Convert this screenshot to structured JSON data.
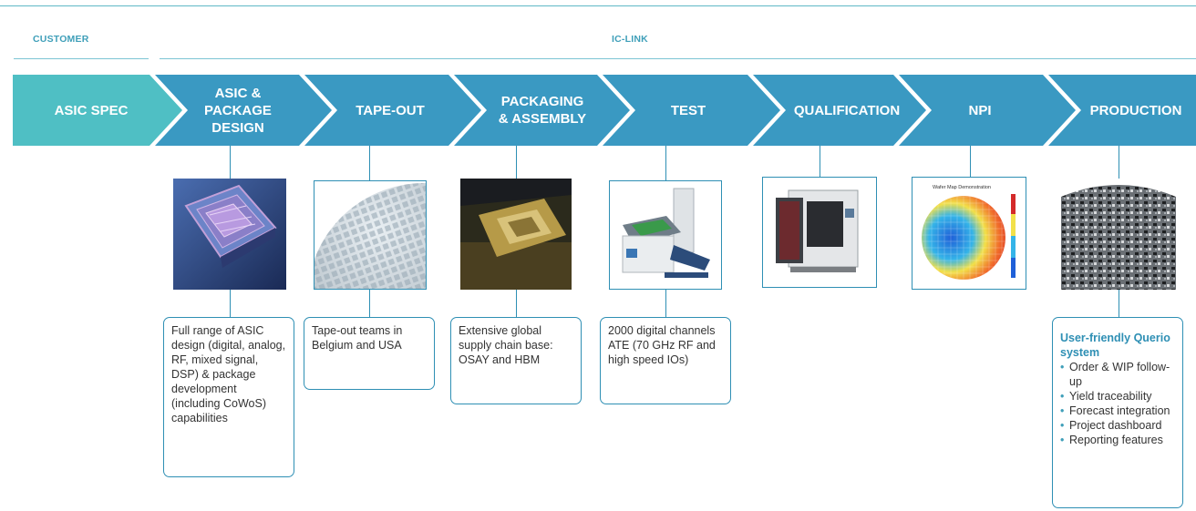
{
  "headers": {
    "customer": "CUSTOMER",
    "ic_link": "IC-LINK"
  },
  "colors": {
    "customer_step": "#4fbfc4",
    "ic_step": "#3a99c2",
    "line": "#2e8fb4",
    "accent_text": "#3f9fb9"
  },
  "steps": [
    {
      "label": "ASIC SPEC"
    },
    {
      "label": "ASIC &\nPACKAGE\nDESIGN"
    },
    {
      "label": "TAPE-OUT"
    },
    {
      "label": "PACKAGING\n& ASSEMBLY"
    },
    {
      "label": "TEST"
    },
    {
      "label": "QUALIFICATION"
    },
    {
      "label": "NPI"
    },
    {
      "label": "PRODUCTION"
    }
  ],
  "images": [
    {
      "name": "asic-chip-image"
    },
    {
      "name": "wafer-image"
    },
    {
      "name": "package-substrate-image"
    },
    {
      "name": "ate-tester-image"
    },
    {
      "name": "climate-chamber-image"
    },
    {
      "name": "wafer-map-image",
      "caption": "Wafer Map Demonstration"
    },
    {
      "name": "production-chips-image"
    }
  ],
  "descriptions": {
    "design": "Full range of ASIC design (digital, analog, RF, mixed signal, DSP) & package development (including CoWoS) capabilities",
    "tapeout": "Tape-out teams in Belgium and USA",
    "packaging": "Extensive global supply chain base: OSAY and HBM",
    "test": "2000 digital channels ATE (70 GHz RF and high speed IOs)",
    "production": {
      "title": "User-friendly Querio system",
      "items": [
        "Order & WIP follow-up",
        "Yield traceability",
        "Forecast integration",
        "Project dashboard",
        "Reporting features"
      ]
    }
  }
}
